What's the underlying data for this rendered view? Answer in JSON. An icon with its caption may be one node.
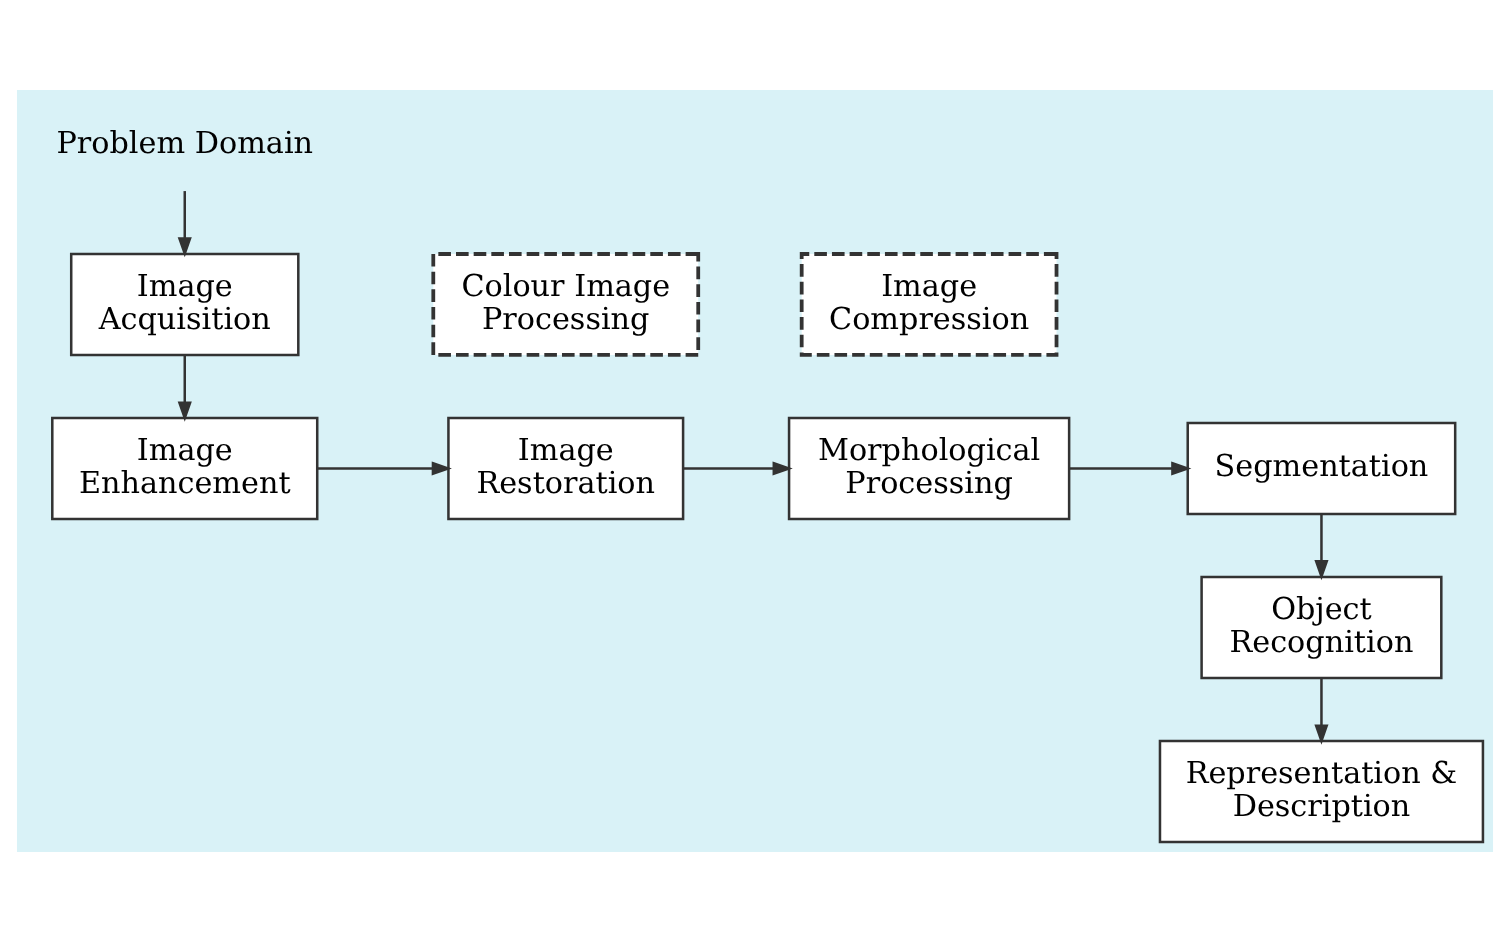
{
  "diagram": {
    "nodes": [
      {
        "text": [
          "Problem Domain"
        ]
      },
      {
        "text": [
          "Image Acquisition"
        ]
      },
      {
        "text": [
          "Image Enhancement"
        ]
      },
      {
        "text": [
          "Image Restoration"
        ]
      },
      {
        "text": [
          "Morphological Processing"
        ]
      },
      {
        "text": [
          "Segmentation"
        ]
      },
      {
        "text": [
          "Object Recognition"
        ]
      },
      {
        "text": [
          "Representation & Description"
        ]
      },
      {
        "text": [
          "Colour Image Processing"
        ]
      },
      {
        "text": [
          "Image Compression"
        ]
      }
    ],
    "edges": [
      {
        "from": 0,
        "to": 1,
        "arrow": "to"
      },
      {
        "from": 1,
        "to": 2,
        "arrow": "to"
      },
      {
        "from": 2,
        "to": 3,
        "arrow": "to"
      },
      {
        "from": 3,
        "to": 4,
        "arrow": "to"
      },
      {
        "from": 4,
        "to": 5,
        "arrow": "to"
      },
      {
        "from": 5,
        "to": 6,
        "arrow": "to"
      },
      {
        "from": 6,
        "to": 7,
        "arrow": "to"
      }
    ]
  }
}
